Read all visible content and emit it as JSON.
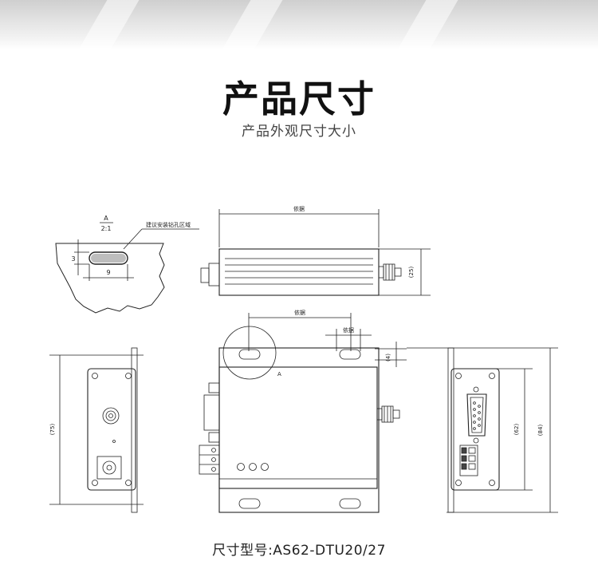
{
  "page": {
    "title": "产品尺寸",
    "subtitle": "产品外观尺寸大小",
    "model_line": "尺寸型号:AS62-DTU20/27"
  },
  "drawing": {
    "detail_view": {
      "letter": "A",
      "scale": "2:1",
      "callout": "建议安装钻孔区域",
      "dim_height": "3",
      "dim_width": "9"
    },
    "top_view": {
      "dim_length": "依据",
      "dim_height": "(25)"
    },
    "front_view": {
      "dim_hole_span": "依据",
      "dim_slot": "依据",
      "dim_slot_offset": "(4)",
      "detail_marker": "A"
    },
    "left_view": {
      "dim_height": "(75)"
    },
    "right_view": {
      "dim_inner_height": "(62)",
      "dim_outer_height": "(84)"
    }
  }
}
